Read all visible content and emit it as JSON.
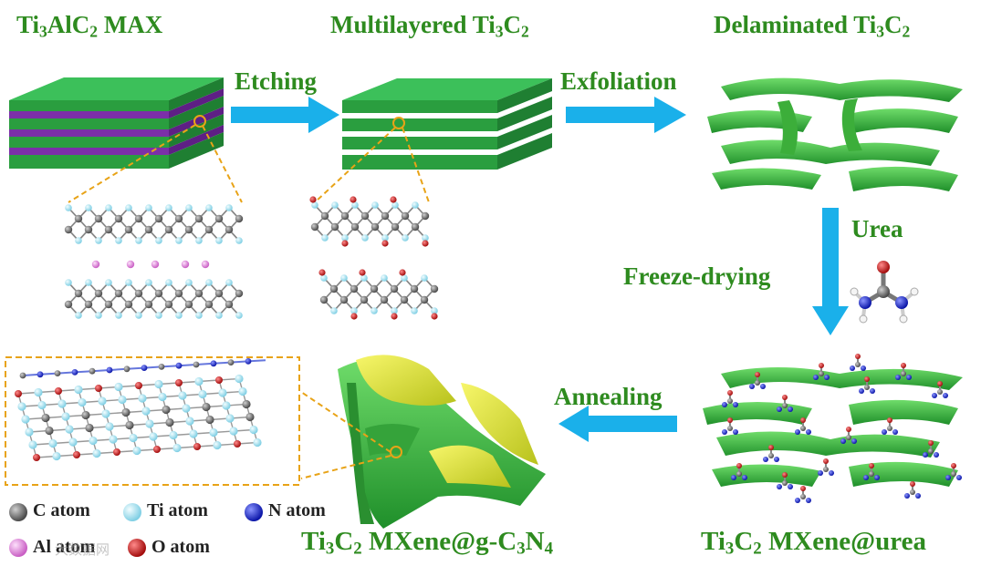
{
  "titles": {
    "max": {
      "main": "Ti",
      "s1": "3",
      "mid": "AlC",
      "s2": "2",
      "tail": " MAX"
    },
    "multilayer": {
      "main": "Multilayered Ti",
      "s1": "3",
      "mid": "C",
      "s2": "2"
    },
    "delaminated": {
      "main": "Delaminated Ti",
      "s1": "3",
      "mid": "C",
      "s2": "2"
    },
    "urea_composite": {
      "main": "Ti",
      "s1": "3",
      "mid": "C",
      "s2": "2",
      "tail": " MXene@urea"
    },
    "gcn_composite": {
      "main": "Ti",
      "s1": "3",
      "mid": "C",
      "s2": "2",
      "mid2": " MXene@g-C",
      "s3": "3",
      "mid3": "N",
      "s4": "4"
    }
  },
  "steps": {
    "etching": "Etching",
    "exfoliation": "Exfoliation",
    "urea": "Urea",
    "freeze_drying": "Freeze-drying",
    "annealing": "Annealing"
  },
  "legend": {
    "c_atom": "C atom",
    "ti_atom": "Ti atom",
    "n_atom": "N atom",
    "al_atom": "Al atom",
    "o_atom": "O atom"
  },
  "watermark": "大数据网",
  "colors": {
    "arrow": "#1ab0ea",
    "sheet_green": "#2fae3a",
    "layer_purple": "#7b2fa8",
    "label_green": "#2e8b1f",
    "ti": "#a8e4f2",
    "c": "#6d6d6d",
    "n": "#1f2bd8",
    "o": "#d11a1a",
    "al": "#e58ee0",
    "gcn_yellow": "#e8ea32",
    "dash": "#e8a317"
  }
}
